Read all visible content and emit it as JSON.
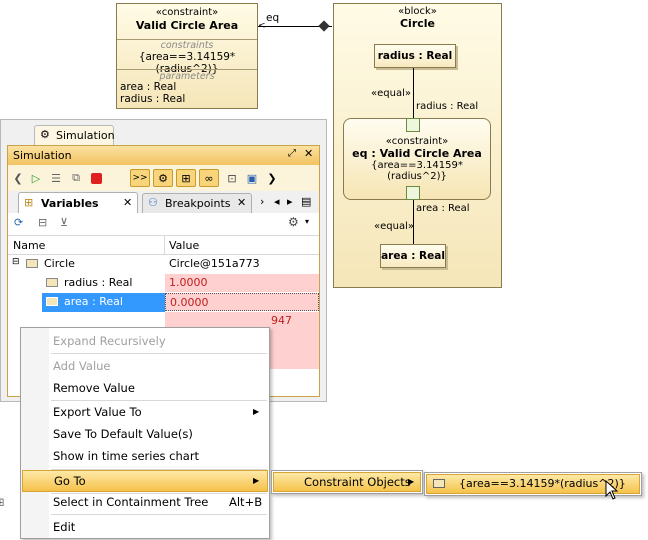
{
  "diagram": {
    "constraint_block": {
      "stereotype": "«constraint»",
      "name": "Valid Circle Area",
      "constraints_header": "constraints",
      "constraint_expr": "{area==3.14159*(radius^2)}",
      "parameters_header": "parameters",
      "params": [
        "area : Real",
        "radius : Real"
      ]
    },
    "assoc_label": "eq",
    "block": {
      "stereotype": "«block»",
      "name": "Circle",
      "radius_part": "radius : Real",
      "equal_top": "«equal»",
      "radius_conn_label": "radius : Real",
      "constraint_property": {
        "stereotype": "«constraint»",
        "name": "eq : Valid Circle Area",
        "expr": "{area==3.14159*(radius^2)}"
      },
      "area_conn_label": "area : Real",
      "equal_bottom": "«equal»",
      "area_part": "area : Real"
    }
  },
  "simulation": {
    "view_tab": "Simulation",
    "panel_title": "Simulation",
    "tabs": [
      {
        "label": "Variables"
      },
      {
        "label": "Breakpoints"
      }
    ],
    "columns": [
      "Name",
      "Value"
    ],
    "rows": [
      {
        "name": "Circle",
        "value": "Circle@151a773"
      },
      {
        "name": "radius : Real",
        "value": "1.0000"
      },
      {
        "name": "area : Real",
        "value": "0.0000"
      }
    ],
    "partial_value": "947",
    "colors": {
      "selected_row": "#3399ff",
      "value_highlight": "#ffd0d0",
      "panel_header": "#f4c862"
    }
  },
  "context_menu": {
    "items": [
      {
        "label": "Expand Recursively",
        "disabled": true
      },
      {
        "label": "Add Value",
        "disabled": true
      },
      {
        "label": "Remove Value"
      },
      {
        "label": "Export Value To",
        "submenu": true
      },
      {
        "label": "Save To Default Value(s)"
      },
      {
        "label": "Show in time series chart"
      },
      {
        "label": "Go To",
        "submenu": true,
        "active": true
      },
      {
        "label": "Select in Containment Tree",
        "shortcut": "Alt+B"
      },
      {
        "label": "Edit"
      }
    ]
  },
  "submenu": {
    "item": "Constraint Objects"
  },
  "submenu2": {
    "item": "{area==3.14159*(radius^2)}"
  }
}
